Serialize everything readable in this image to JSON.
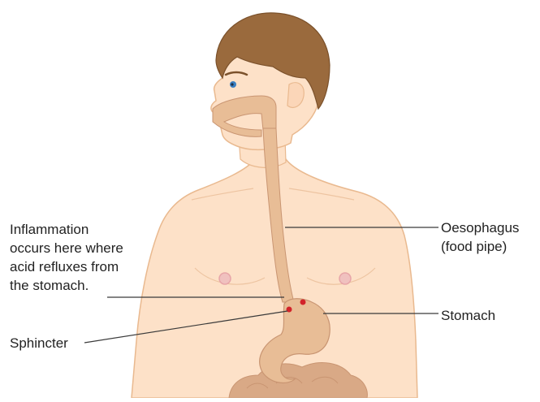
{
  "labels": {
    "inflammation": {
      "lines": [
        "Inflammation",
        "occurs here where",
        "acid refluxes from",
        "the stomach."
      ]
    },
    "oesophagus": {
      "lines": [
        "Oesophagus",
        "(food pipe)"
      ]
    },
    "stomach": "Stomach",
    "sphincter": "Sphincter"
  },
  "colors": {
    "skin": "#fde1c8",
    "skin_outline": "#e9b98f",
    "hair": "#9a6a3d",
    "hair_dark": "#7b512b",
    "digestive": "#e2b48f",
    "digestive_outline": "#c99572",
    "stomach": "#e8bd96",
    "intestine": "#d9a986",
    "nipple": "#e7a5a8",
    "sphincter_marker": "#d2232a",
    "leader_line": "#3a3a3a",
    "eye": "#3a7fc1"
  },
  "icons": [
    "human-torso-illustration",
    "digestive-tract-illustration"
  ]
}
